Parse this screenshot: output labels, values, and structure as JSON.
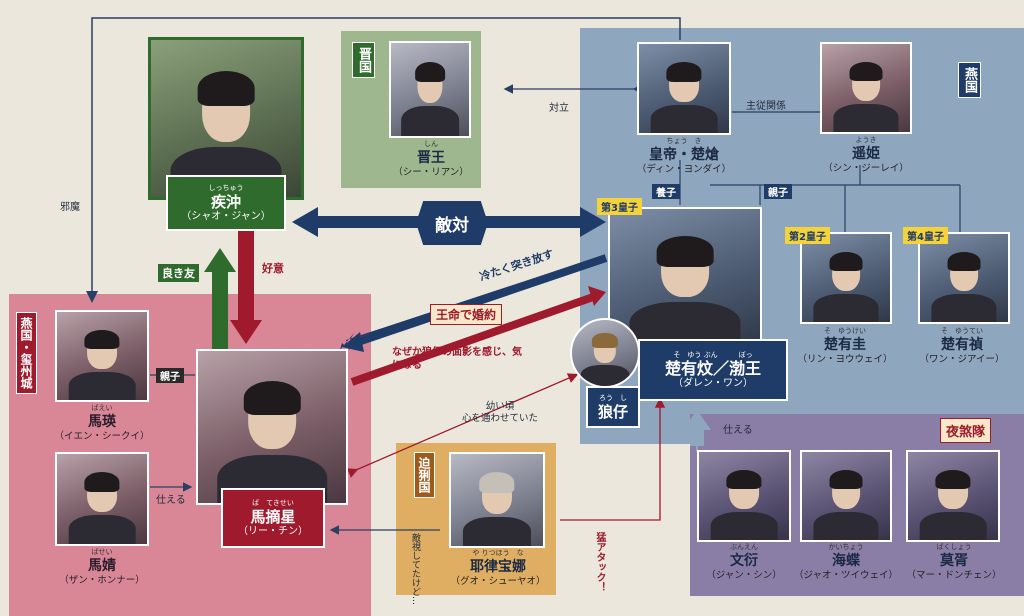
{
  "colors": {
    "yan_region": "#8fa6bf",
    "jin_region": "#9fb78e",
    "ma_region": "#d98797",
    "yeli_region": "#e0ae63",
    "yesha_region": "#8b7ea6",
    "navy": "#1f3b68",
    "red": "#9e1a2c",
    "green": "#2f6b2c",
    "gold": "#f3d23a"
  },
  "kingdoms": {
    "yan": "燕国",
    "jin": "晋国",
    "ma": "燕国・玺州城",
    "yeli": "迫猁国",
    "yesha": "夜煞隊"
  },
  "characters": {
    "ji_chong": {
      "ruby": "しっちゅう",
      "name": "疾沖",
      "sub": "（シャオ・ジャン）",
      "icon": "portrait-icon"
    },
    "jin_wang": {
      "ruby": "しん",
      "name": "晋王",
      "sub": "（シー・リアン）",
      "icon": "portrait-icon"
    },
    "emperor": {
      "ruby": "ちょう　き",
      "name": "皇帝・楚熗",
      "sub": "（ディン・ヨンダイ）",
      "icon": "portrait-icon"
    },
    "yao_ji": {
      "ruby": "ようき",
      "name": "遥姫",
      "sub": "（シン・ジーレイ）",
      "icon": "portrait-icon"
    },
    "chu_xun": {
      "ruby": "そ　ゆう ぶん　　　ぼっ",
      "name": "楚有炆／渤王",
      "sub": "（ダレン・ワン）",
      "icon": "portrait-icon"
    },
    "chu_you_gui": {
      "ruby": "そ　ゆうけい",
      "name": "楚有圭",
      "sub": "（リン・ヨウウェイ）",
      "icon": "portrait-icon"
    },
    "chu_you_zhen": {
      "ruby": "そ　ゆうてい",
      "name": "楚有禎",
      "sub": "（ワン・ジアイー）",
      "icon": "portrait-icon"
    },
    "lang_zai": {
      "ruby": "ろう　し",
      "name": "狼仔",
      "icon": "portrait-icon"
    },
    "ma_ying": {
      "ruby": "ばえい",
      "name": "馬瑛",
      "sub": "（イエン・シークイ）",
      "icon": "portrait-icon"
    },
    "ma_zhaixing": {
      "ruby": "ば　てきせい",
      "name": "馬摘星",
      "sub": "（リー・チン）",
      "icon": "portrait-icon"
    },
    "ma_jing": {
      "ruby": "ばせい",
      "name": "馬婧",
      "sub": "（ザン・ホンナー）",
      "icon": "portrait-icon"
    },
    "yelu": {
      "ruby": "や りつほう　な",
      "name": "耶律宝娜",
      "sub": "（グオ・シューヤオ）",
      "icon": "portrait-icon"
    },
    "wen_yan": {
      "ruby": "ぶんえん",
      "name": "文衍",
      "sub": "（ジャン・シン）",
      "icon": "portrait-icon"
    },
    "hai_die": {
      "ruby": "かいちょう",
      "name": "海蝶",
      "sub": "（ジャオ・ツイウェイ）",
      "icon": "portrait-icon"
    },
    "mo_xu": {
      "ruby": "ばくしょう",
      "name": "莫胥",
      "sub": "（マー・ドンチェン）",
      "icon": "portrait-icon"
    }
  },
  "relations": {
    "jama": "邪魔",
    "tairitsu": "対立",
    "shujukankei": "主従関係",
    "yoshi": "養子",
    "shinshi_top": "親子",
    "shinshi_ma": "親子",
    "tekitai": "敵対",
    "tsumetaku": "冷たく突き放す",
    "yoki_tomo": "良き友",
    "koui": "好意",
    "omei": "王命で婚約",
    "nazeka": "なぜか狼仔の面影を感じ、気になる",
    "osanai": "幼い頃\n心を通わせていた",
    "tsukaeru_ma": "仕える",
    "tsukaeru_yesha": "仕える",
    "tekishi": "敵視してたけど…",
    "mou_attack": "猛アタック！"
  },
  "tags": {
    "prince3": "第3皇子",
    "prince2": "第2皇子",
    "prince4": "第4皇子"
  }
}
